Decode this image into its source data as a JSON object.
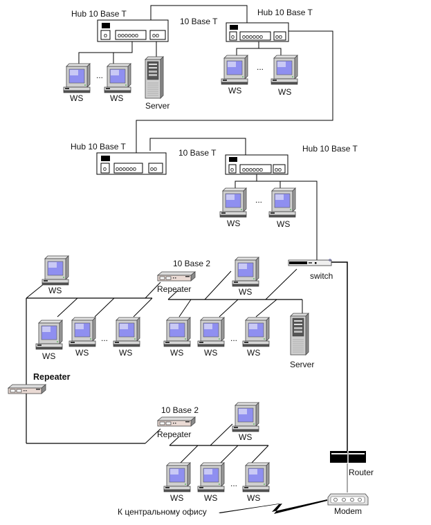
{
  "diagram": {
    "title": "",
    "colors": {
      "screen": "#8f8ff0",
      "screen_light": "#c9c9f5",
      "body": "#cfcfcf",
      "body_dark": "#9a9a9a",
      "wire": "#000000",
      "repeater_face": "#eadad4",
      "router": "#000000"
    },
    "labels": {
      "hub1": "Hub 10 Base T",
      "hub2": "Hub 10 Base T",
      "link_top": "10 Base T",
      "hub3": "Hub 10 Base T",
      "hub4": "Hub 10 Base T",
      "link_mid": "10 Base T",
      "ws": "WS",
      "server": "Server",
      "dots": "...",
      "hub_port_single": "o",
      "hub_port_group": "oooooo",
      "hub_port_pair": "oo",
      "base2_top": "10 Base 2",
      "repeater": "Repeater",
      "repeater_main": "Repeater",
      "base2_bottom": "10 Base 2",
      "switch": "switch",
      "router": "Router",
      "modem": "Modem",
      "central_office": "К центральному офису"
    }
  }
}
